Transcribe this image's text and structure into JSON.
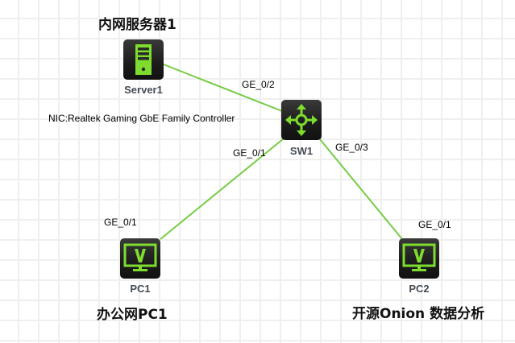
{
  "colors": {
    "link": "#77cc44",
    "icon_green": "#7ddc2e",
    "device_bg": "#222222"
  },
  "devices": [
    {
      "id": "server1",
      "label": "Server1",
      "icon": "server-icon",
      "title": "内网服务器1"
    },
    {
      "id": "sw1",
      "label": "SW1",
      "icon": "switch-icon"
    },
    {
      "id": "pc1",
      "label": "PC1",
      "icon": "pc-icon",
      "title": "办公网PC1"
    },
    {
      "id": "pc2",
      "label": "PC2",
      "icon": "pc-icon",
      "title": "开源Onion 数据分析"
    }
  ],
  "links": [
    {
      "from": "server1",
      "to": "sw1",
      "to_port": "GE_0/2"
    },
    {
      "from": "pc1",
      "to": "sw1",
      "from_port": "GE_0/1",
      "to_port": "GE_0/1"
    },
    {
      "from": "pc2",
      "to": "sw1",
      "from_port": "GE_0/1",
      "to_port": "GE_0/3"
    }
  ],
  "labels": {
    "server1_title": "内网服务器1",
    "server1_name": "Server1",
    "server1_nic": "NIC:Realtek Gaming GbE Family Controller",
    "sw1_name": "SW1",
    "pc1_name": "PC1",
    "pc1_title": "办公网PC1",
    "pc2_name": "PC2",
    "pc2_title": "开源Onion 数据分析",
    "port_sw1_server": "GE_0/2",
    "port_sw1_pc1": "GE_0/1",
    "port_sw1_pc2": "GE_0/3",
    "port_pc1": "GE_0/1",
    "port_pc2": "GE_0/1"
  }
}
